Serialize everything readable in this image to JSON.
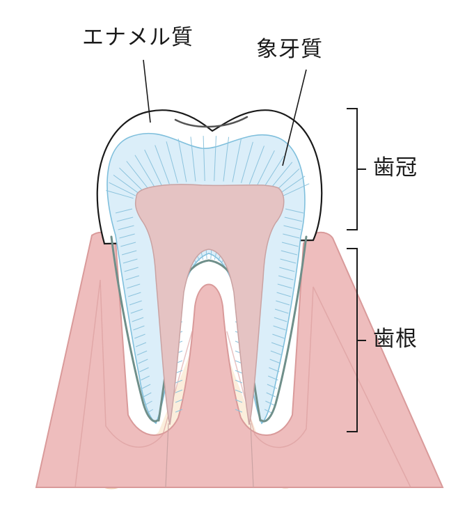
{
  "labels": {
    "enamel": "エナメル質",
    "dentin": "象牙質",
    "crown": "歯冠",
    "root": "歯根"
  },
  "colors": {
    "outline": "#1a1a1a",
    "enamel": "#ffffff",
    "dentin": "#dbeef9",
    "dentin_stroke": "#7fbfdc",
    "tubule": "#8cc3dd",
    "pulp": "#e5c3c3",
    "pulp_stroke": "#c9a2a2",
    "cementum": "#6f8f8a",
    "gum": "#eebdbd",
    "gum_stroke": "#d99a9a",
    "bone": "#fbeedc",
    "trabecula": "#f6dbc3",
    "trabecula_stroke": "#eec9a9"
  }
}
